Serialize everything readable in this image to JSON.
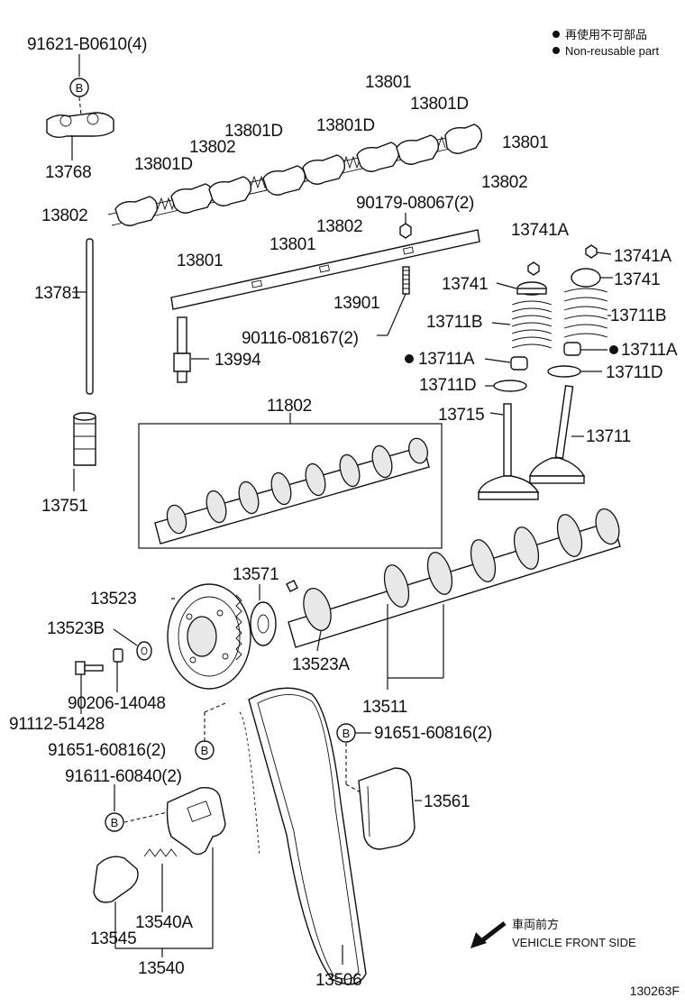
{
  "legend": {
    "line1": "再使用不可部品",
    "line2": "Non-reusable part"
  },
  "direction": {
    "jp": "車両前方",
    "en": "VEHICLE FRONT SIDE"
  },
  "diagram_id": "130263F",
  "ref_symbol": "B",
  "labels": {
    "l_91621": "91621-B0610(4)",
    "l_13768": "13768",
    "l_13801_top": "13801",
    "l_13801D_top": "13801D",
    "l_13801_right": "13801",
    "l_13801D_a": "13801D",
    "l_13801D_b": "13801D",
    "l_13802_a": "13802",
    "l_13801D_c": "13801D",
    "l_13802_right": "13802",
    "l_13802_left": "13802",
    "l_13801_b": "13801",
    "l_13801_c": "13801",
    "l_13802_b": "13802",
    "l_90179": "90179-08067(2)",
    "l_13741A_a": "13741A",
    "l_13741A_b": "13741A",
    "l_13781": "13781",
    "l_13741_a": "13741",
    "l_13741_b": "13741",
    "l_13901": "13901",
    "l_13711B_a": "13711B",
    "l_13711B_b": "13711B",
    "l_90116": "90116-08167(2)",
    "l_13711A_a": "13711A",
    "l_13711A_b": "13711A",
    "l_13994": "13994",
    "l_13711D_a": "13711D",
    "l_13711D_b": "13711D",
    "l_11802": "11802",
    "l_13715": "13715",
    "l_13711": "13711",
    "l_13751": "13751",
    "l_13571": "13571",
    "l_13523": "13523",
    "l_13523B": "13523B",
    "l_13523A": "13523A",
    "l_90206": "90206-14048",
    "l_91112": "91112-51428",
    "l_13511": "13511",
    "l_91651_a": "91651-60816(2)",
    "l_91651_b": "91651-60816(2)",
    "l_91611": "91611-60840(2)",
    "l_13561": "13561",
    "l_13540A": "13540A",
    "l_13545": "13545",
    "l_13540": "13540",
    "l_13506": "13506"
  }
}
